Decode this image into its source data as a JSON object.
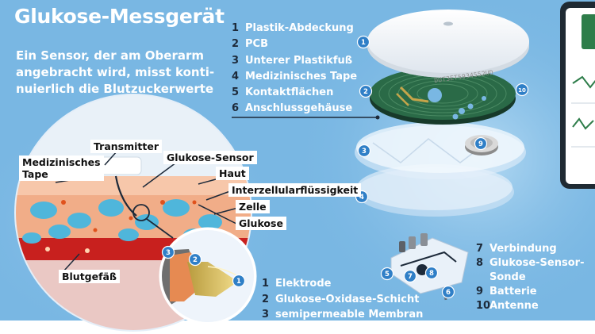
{
  "title": "Glukose-Messgerät",
  "subtitle_lines": [
    "Ein Sensor, der am Oberarm",
    "angebracht wird, misst konti-",
    "nuierlich die Blutzuckerwerte"
  ],
  "legend_top": [
    {
      "num": "1",
      "label": "Plastik-Abdeckung"
    },
    {
      "num": "2",
      "label": "PCB"
    },
    {
      "num": "3",
      "label": "Unterer Plastikfuß"
    },
    {
      "num": "4",
      "label": "Medizinisches Tape"
    },
    {
      "num": "5",
      "label": "Kontaktflächen"
    },
    {
      "num": "6",
      "label": "Anschlussgehäuse"
    }
  ],
  "legend_right": [
    {
      "num": "7",
      "label": "Verbindung"
    },
    {
      "num": "8",
      "label": "Glukose-Sensor-",
      "label_cont": "Sonde"
    },
    {
      "num": "9",
      "label": "Batterie"
    },
    {
      "num": "10",
      "label": "Antenne"
    }
  ],
  "legend_bottom": [
    {
      "num": "1",
      "label": "Elektrode"
    },
    {
      "num": "2",
      "label": "Glukose-Oxidase-Schicht"
    },
    {
      "num": "3",
      "label": "semipermeable Membran"
    }
  ],
  "skin_labels": {
    "transmitter": "Transmitter",
    "tape_line1": "Medizinisches",
    "tape_line2": "Tape",
    "sensor": "Glukose-Sensor",
    "haut": "Haut",
    "interzellular": "Interzellularflüssigkeit",
    "zelle": "Zelle",
    "glukose": "Glukose",
    "blutgefaess": "Blutgefäß"
  },
  "device_markers": [
    "1",
    "2",
    "3",
    "4",
    "5",
    "6",
    "7",
    "8",
    "9",
    "10"
  ],
  "probe_markers": [
    "1",
    "2",
    "3"
  ],
  "pcb_serial": "DUT3ET5934552UD",
  "colors": {
    "background": "#79b7e3",
    "marker": "#2f7fc7",
    "skin": "#f3b08e",
    "cell": "#4fb6db",
    "blood_vessel": "#c8201e",
    "probe_tip": "#d8c063"
  }
}
